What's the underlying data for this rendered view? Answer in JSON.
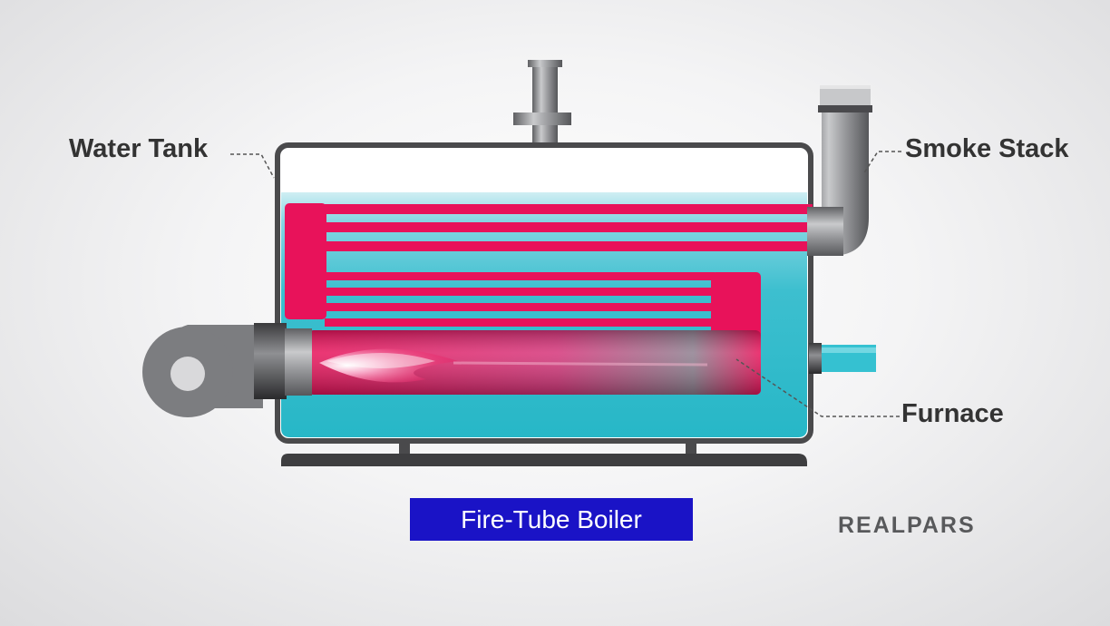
{
  "labels": {
    "water_tank": "Water Tank",
    "smoke_stack": "Smoke Stack",
    "furnace": "Furnace"
  },
  "caption": "Fire-Tube Boiler",
  "brand": "REALPARS",
  "colors": {
    "water": "#2bb8c8",
    "tubes": "#e8125a",
    "steel": "#8a8b8e",
    "tank_outline": "#4a4a4c",
    "caption_bg": "#1a13c6"
  }
}
